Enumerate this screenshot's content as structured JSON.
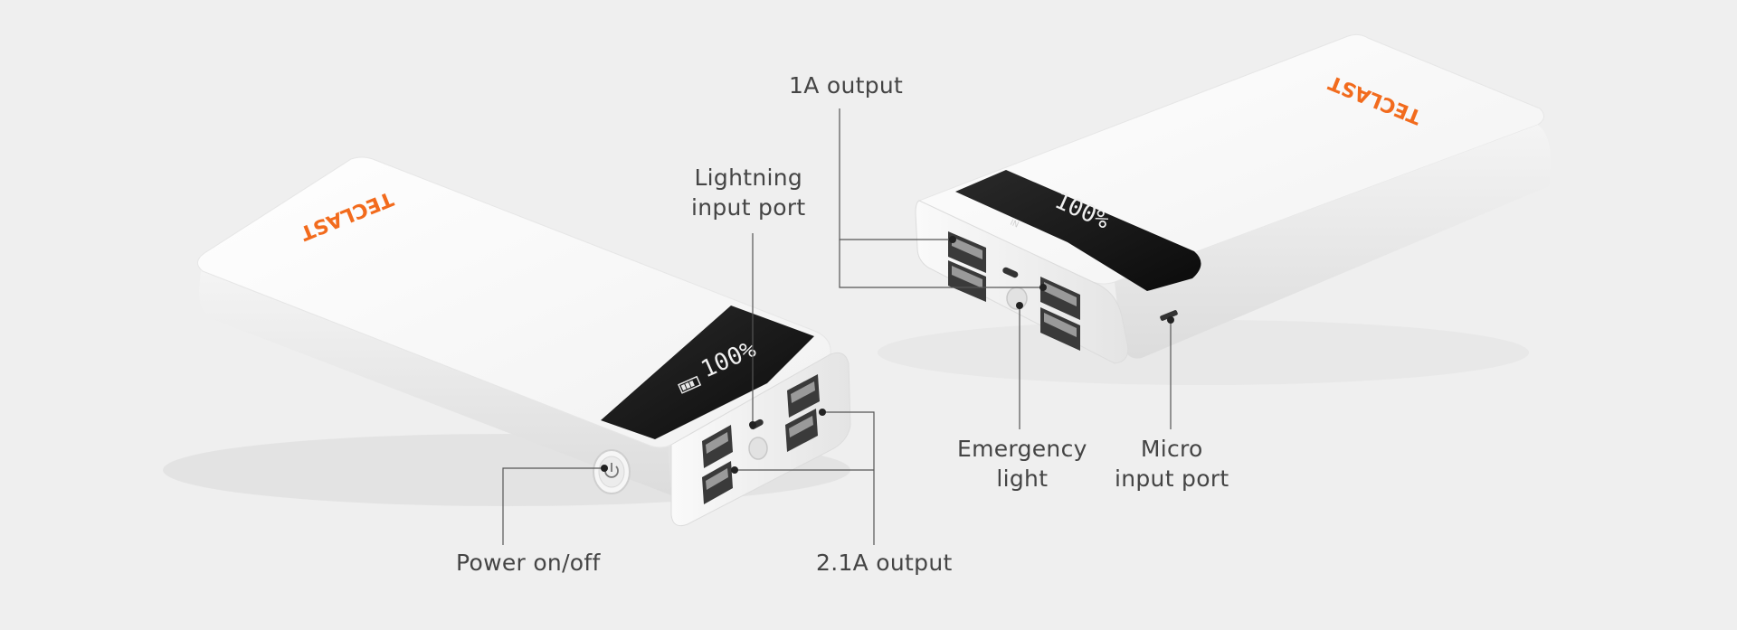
{
  "brand": {
    "logo_text": "TECLAST",
    "accent_color": "#f26b1d"
  },
  "display": {
    "readout_left": "100%",
    "readout_right": "100%",
    "port_mark": "IN"
  },
  "callouts": {
    "output_1a": "1A output",
    "lightning_line1": "Lightning",
    "lightning_line2": "input port",
    "emergency_line1": "Emergency",
    "emergency_line2": "light",
    "micro_line1": "Micro",
    "micro_line2": "input port",
    "power": "Power on/off",
    "output_21a": "2.1A output"
  },
  "icons": [
    "power-icon",
    "usb-port-icon",
    "led-light-icon",
    "battery-level-icon",
    "lightning-port-icon",
    "micro-usb-port-icon"
  ]
}
